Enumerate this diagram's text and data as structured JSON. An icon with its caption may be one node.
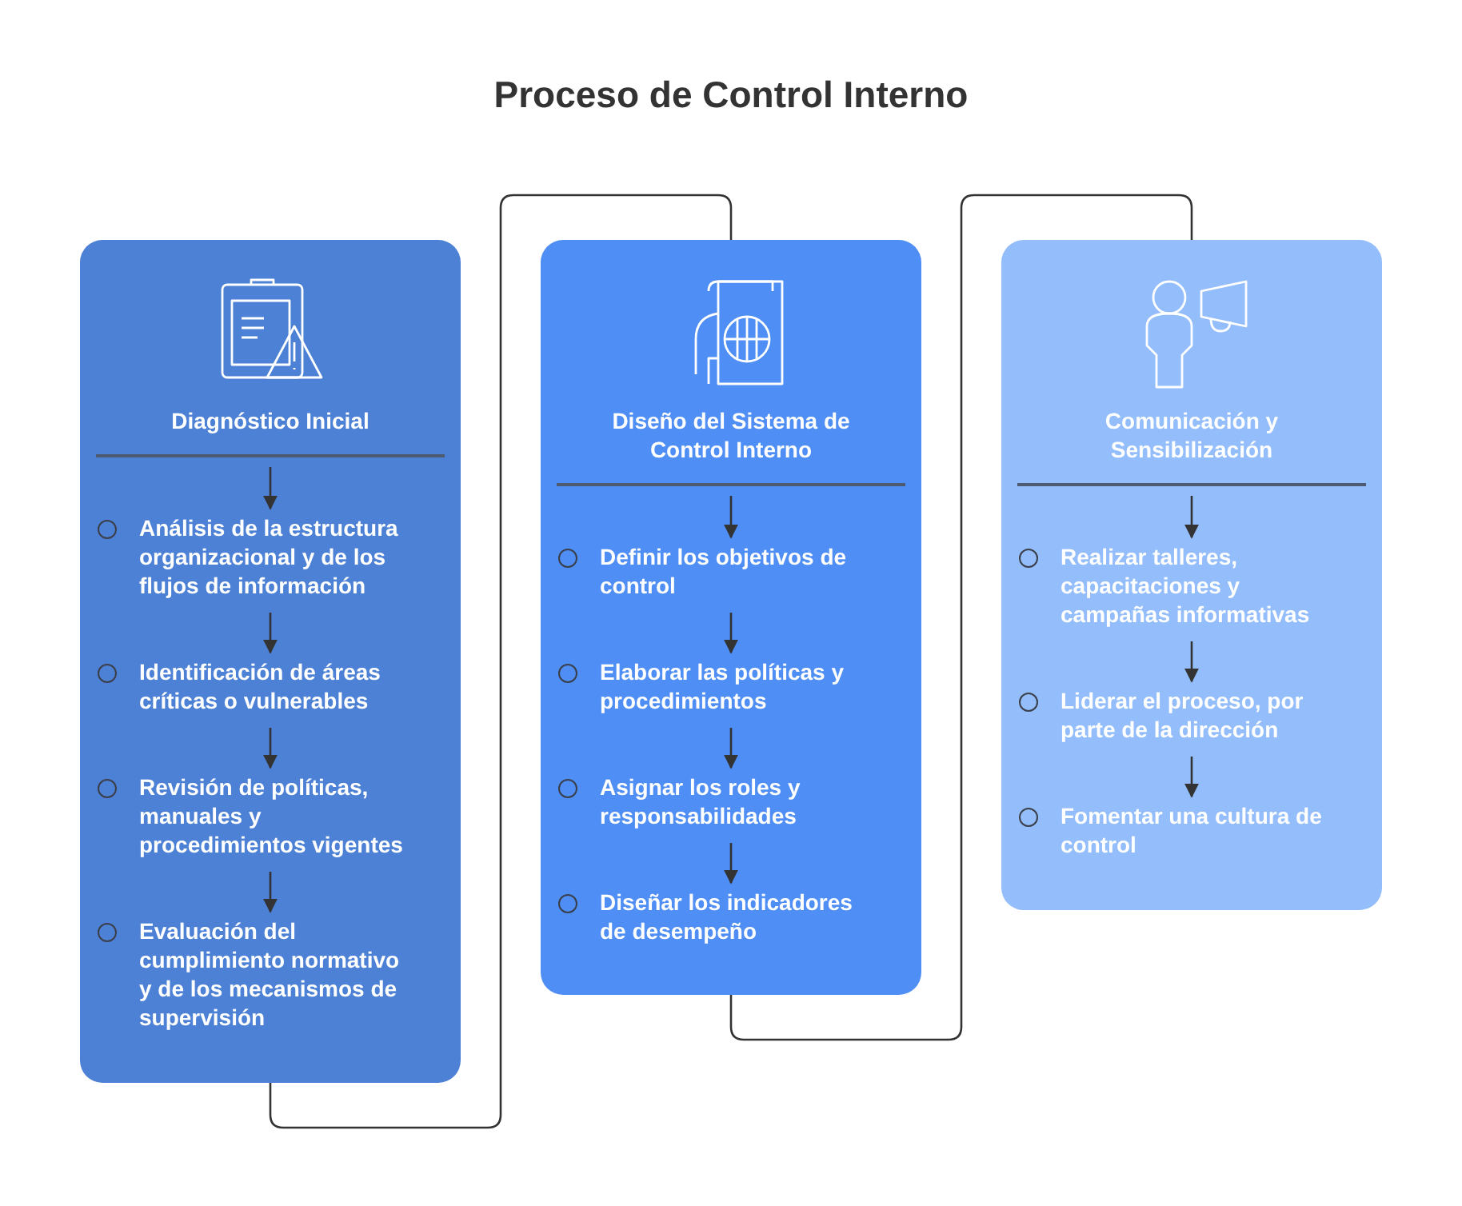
{
  "diagram": {
    "title": "Proceso de Control Interno",
    "nodes": [
      {
        "text": [
          "Diagnóstico Inicial"
        ]
      },
      {
        "text": [
          "Análisis de la estructura organizacional y de los flujos de información"
        ],
        "in": 0
      },
      {
        "text": [
          "Identificación de áreas críticas o vulnerables"
        ],
        "in": 0
      },
      {
        "text": [
          "Revisión de políticas, manuales y procedimientos vigentes"
        ],
        "in": 0
      },
      {
        "text": [
          "Evaluación del cumplimiento normativo y de los mecanismos de supervisión"
        ],
        "in": 0
      },
      {
        "text": [
          "Diseño del Sistema de Control Interno"
        ]
      },
      {
        "text": [
          "Definir los objetivos de control"
        ],
        "in": 5
      },
      {
        "text": [
          "Elaborar las políticas y procedimientos"
        ],
        "in": 5
      },
      {
        "text": [
          "Asignar los roles y responsabilidades"
        ],
        "in": 5
      },
      {
        "text": [
          "Diseñar los indicadores de desempeño"
        ],
        "in": 5
      },
      {
        "text": [
          "Comunicación y Sensibilización"
        ]
      },
      {
        "text": [
          "Realizar talleres, capacitaciones y campañas informativas"
        ],
        "in": 10
      },
      {
        "text": [
          "Liderar el proceso, por parte de la dirección"
        ],
        "in": 10
      },
      {
        "text": [
          "Fomentar una cultura de control"
        ],
        "in": 10
      }
    ],
    "edges": [
      {
        "from": null,
        "to": 1,
        "arrow": "to"
      },
      {
        "from": 1,
        "to": 2,
        "arrow": "to"
      },
      {
        "from": 2,
        "to": 3,
        "arrow": "to"
      },
      {
        "from": 3,
        "to": 4,
        "arrow": "to"
      },
      {
        "from": 0,
        "to": 5,
        "arrow": "none"
      },
      {
        "from": null,
        "to": 6,
        "arrow": "to"
      },
      {
        "from": 6,
        "to": 7,
        "arrow": "to"
      },
      {
        "from": 7,
        "to": 8,
        "arrow": "to"
      },
      {
        "from": 8,
        "to": 9,
        "arrow": "to"
      },
      {
        "from": 5,
        "to": 10,
        "arrow": "none"
      },
      {
        "from": null,
        "to": 11,
        "arrow": "to"
      },
      {
        "from": 11,
        "to": 12,
        "arrow": "to"
      },
      {
        "from": 12,
        "to": 13,
        "arrow": "to"
      }
    ]
  }
}
